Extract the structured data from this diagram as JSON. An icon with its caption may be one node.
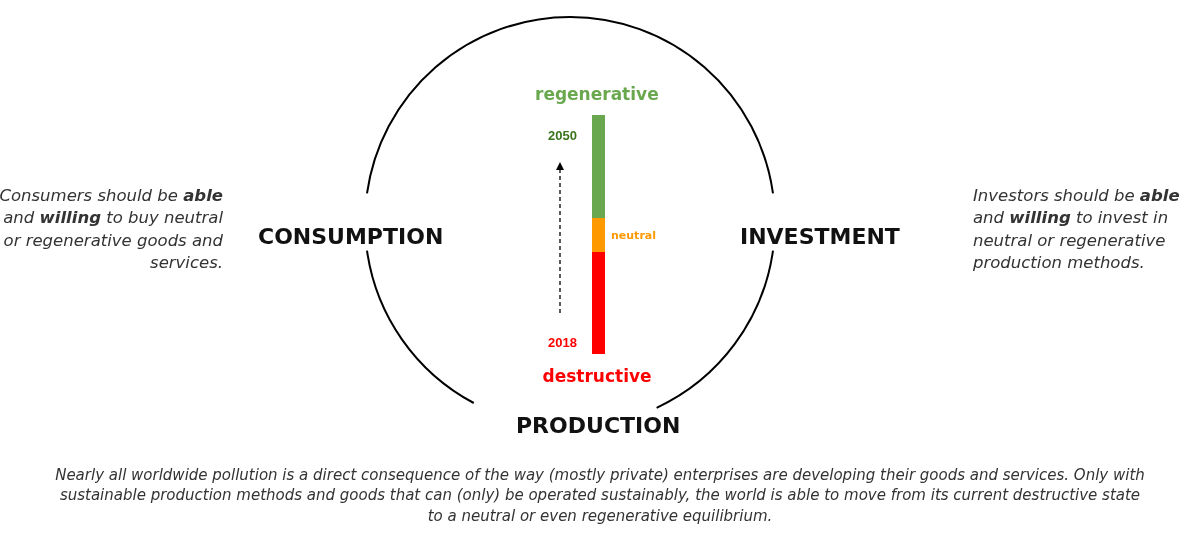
{
  "diagram": {
    "caption": "Nearly all worldwide pollution is a direct consequence of the way (mostly private) enterprises are developing their goods and services. Only with sustainable production methods and goods that can (only) be operated sustainably, the world is able to move from its current destructive state to a neutral or even regenerative equilibrium.",
    "labels": [
      "regenerative",
      "2050",
      "Consumers should be **able** and **willing** to buy neutral or regenerative goods and services.",
      "CONSUMPTION",
      "neutral",
      "INVESTMENT",
      "Investors should be **able** and **willing** to invest in neutral or regenerative production methods.",
      "2018",
      "destructive",
      "PRODUCTION"
    ]
  }
}
